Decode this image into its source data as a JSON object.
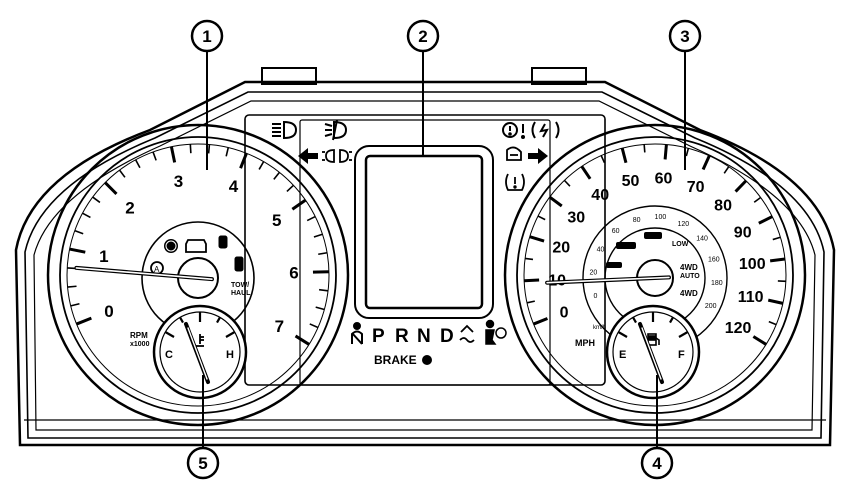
{
  "callouts": [
    "1",
    "2",
    "3",
    "4",
    "5"
  ],
  "tachometer": {
    "numbers": [
      "0",
      "1",
      "2",
      "3",
      "4",
      "5",
      "6",
      "7"
    ],
    "unit_line1": "RPM",
    "unit_line2": "x1000",
    "tow_line1": "TOW/",
    "tow_line2": "HAUL",
    "needle_value": 0.8
  },
  "speedometer": {
    "mph_numbers": [
      "0",
      "10",
      "20",
      "30",
      "40",
      "50",
      "60",
      "70",
      "80",
      "90",
      "100",
      "110",
      "120"
    ],
    "kmh_numbers": [
      "0",
      "20",
      "40",
      "60",
      "80",
      "100",
      "120",
      "140",
      "160",
      "180",
      "200"
    ],
    "unit_mph": "MPH",
    "unit_kmh": "km/h",
    "fourwd_auto_line1": "4WD",
    "fourwd_auto_line2": "AUTO",
    "fourwd": "4WD",
    "low": "LOW",
    "needle_value": 10
  },
  "temp_gauge": {
    "cold": "C",
    "hot": "H"
  },
  "fuel_gauge": {
    "empty": "E",
    "full": "F"
  },
  "prnd": [
    "P",
    "R",
    "N",
    "D"
  ],
  "brake_label": "BRAKE",
  "icons": {
    "high_beam": "high-beam-icon",
    "front_fog": "front-fog-icon",
    "left_turn": "left-turn-signal-icon",
    "park_lamps": "park-lamps-icon",
    "right_turn": "right-turn-signal-icon",
    "brake_warning": "brake-warning-icon",
    "tpms": "tire-pressure-icon",
    "seatbelt": "seatbelt-icon",
    "airbag": "airbag-icon",
    "traction": "traction-control-icon",
    "abs": "abs-icon",
    "engine": "check-engine-icon",
    "esc": "esc-icon",
    "auto_stop": "auto-stop-icon"
  },
  "colors": {
    "line": "#000000",
    "background": "#ffffff"
  }
}
